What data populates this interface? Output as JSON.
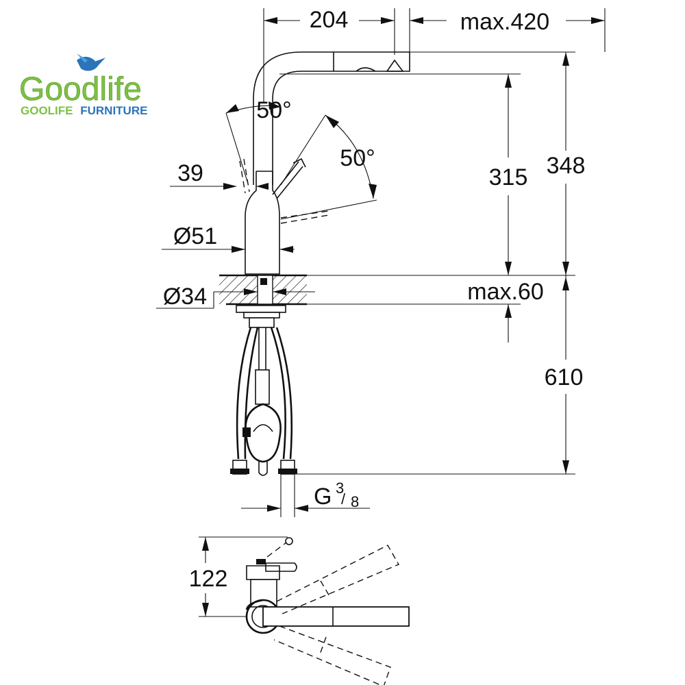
{
  "logo": {
    "wordmark": "Goodlife",
    "tagline_part1": "GOOLIFE",
    "tagline_part2": "FURNITURE",
    "colors": {
      "green": "#7cc242",
      "blue": "#2b74b8"
    },
    "icon": "hummingbird-icon"
  },
  "dimensions": {
    "spout_reach": "204",
    "max_reach": "max.420",
    "angle_lever": "50°",
    "angle_spray": "50°",
    "lever_offset": "39",
    "body_diameter": "Ø51",
    "hole_diameter": "Ø34",
    "deck_thickness": "max.60",
    "outlet_height": "315",
    "total_height": "348",
    "hose_length": "610",
    "thread_prefix": "G",
    "thread_num": "3",
    "thread_den": "8",
    "plan_depth": "122"
  }
}
